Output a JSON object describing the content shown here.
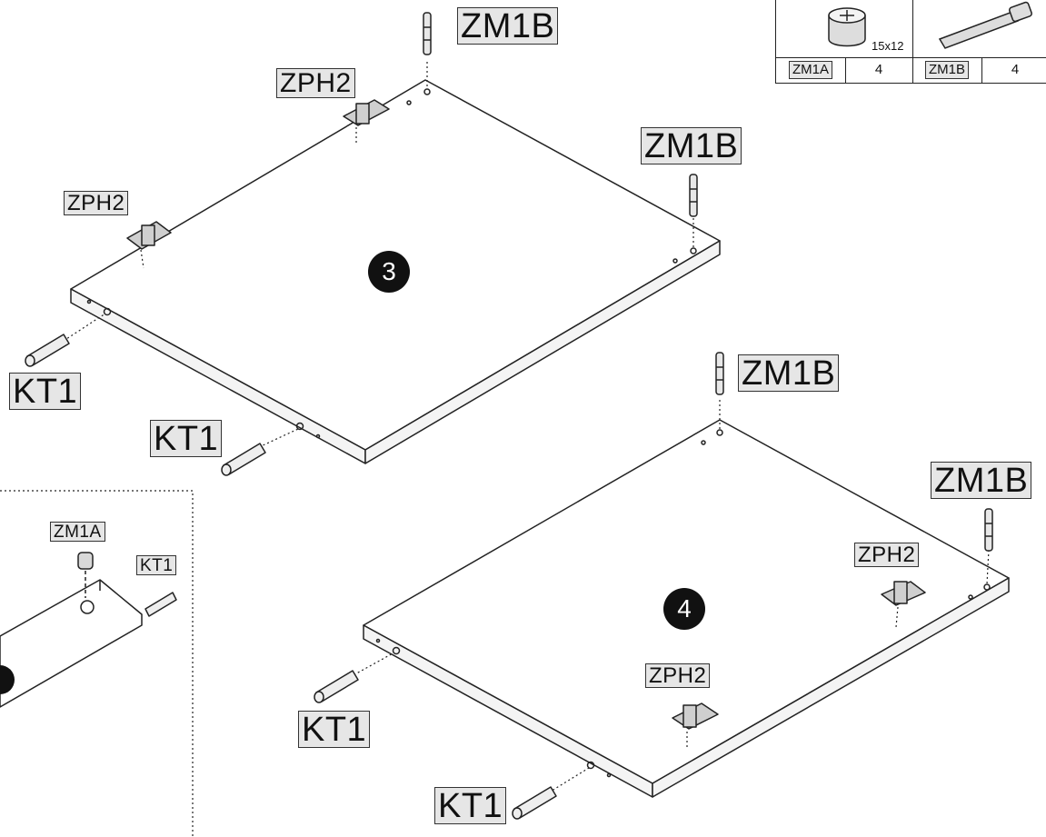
{
  "labels": {
    "zm1b_top": "ZM1B",
    "zph2_top": "ZPH2",
    "zm1b_right": "ZM1B",
    "zph2_left": "ZPH2",
    "kt1_left": "KT1",
    "kt1_mid": "KT1",
    "zm1b_mid": "ZM1B",
    "zm1b_far_right": "ZM1B",
    "zph2_lower_right": "ZPH2",
    "zph2_lower_mid": "ZPH2",
    "kt1_lower_left": "KT1",
    "kt1_bottom": "KT1",
    "zm1a_inset": "ZM1A",
    "kt1_inset": "KT1"
  },
  "steps": {
    "step3": "3",
    "step4": "4"
  },
  "parts_table": {
    "cam_size": "15x12",
    "items": [
      {
        "code": "ZM1A",
        "qty": "4"
      },
      {
        "code": "ZM1B",
        "qty": "4"
      }
    ]
  }
}
